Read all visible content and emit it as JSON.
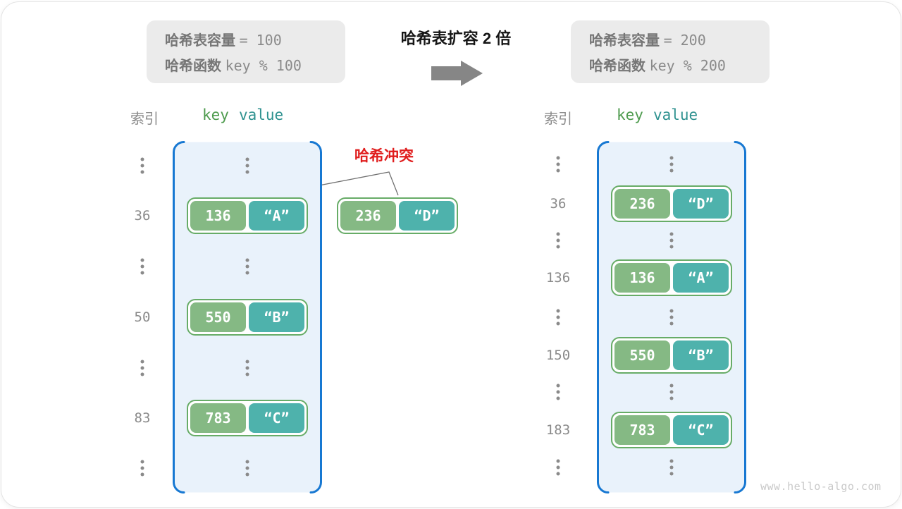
{
  "colors": {
    "key-green": "#85B984",
    "value-teal": "#4EB2AC",
    "pair-border": "#67AC67",
    "table-fill": "#E9F2FB",
    "table-border": "#1778D2",
    "red": "#E01E1E",
    "label-bold-gray": "#767676",
    "mono-gray": "#8A8A8A",
    "title-dark": "#161616",
    "key-header": "#4E9B4E",
    "value-header": "#2F9290",
    "box-bg": "#EBEBEB",
    "arrow-gray": "#868686",
    "line-gray": "#707070",
    "watermark-gray": "#C9C9C9"
  },
  "capacity_before": {
    "line1_label": "哈希表容量",
    "line1_value": "= 100",
    "line2_label": "哈希函数",
    "line2_value": "key % 100"
  },
  "capacity_after": {
    "line1_label": "哈希表容量",
    "line1_value": "= 200",
    "line2_label": "哈希函数",
    "line2_value": "key % 200"
  },
  "expand": {
    "title": "哈希表扩容 2 倍",
    "arrow_icon": "right-block-arrow"
  },
  "collision": {
    "label": "哈希冲突",
    "pair": {
      "key": "236",
      "value": "“D”"
    }
  },
  "left_table": {
    "headers": {
      "index": "索引",
      "key": "key",
      "value": "value"
    },
    "rows": [
      {
        "type": "dots"
      },
      {
        "type": "pair",
        "index": "36",
        "key": "136",
        "value": "“A”"
      },
      {
        "type": "dots"
      },
      {
        "type": "pair",
        "index": "50",
        "key": "550",
        "value": "“B”"
      },
      {
        "type": "dots"
      },
      {
        "type": "pair",
        "index": "83",
        "key": "783",
        "value": "“C”"
      },
      {
        "type": "dots"
      }
    ]
  },
  "right_table": {
    "headers": {
      "index": "索引",
      "key": "key",
      "value": "value"
    },
    "rows": [
      {
        "type": "dots"
      },
      {
        "type": "pair",
        "index": "36",
        "key": "236",
        "value": "“D”"
      },
      {
        "type": "dots"
      },
      {
        "type": "pair",
        "index": "136",
        "key": "136",
        "value": "“A”"
      },
      {
        "type": "dots"
      },
      {
        "type": "pair",
        "index": "150",
        "key": "550",
        "value": "“B”"
      },
      {
        "type": "dots"
      },
      {
        "type": "pair",
        "index": "183",
        "key": "783",
        "value": "“C”"
      },
      {
        "type": "dots"
      }
    ]
  },
  "watermark": "www.hello-algo.com"
}
